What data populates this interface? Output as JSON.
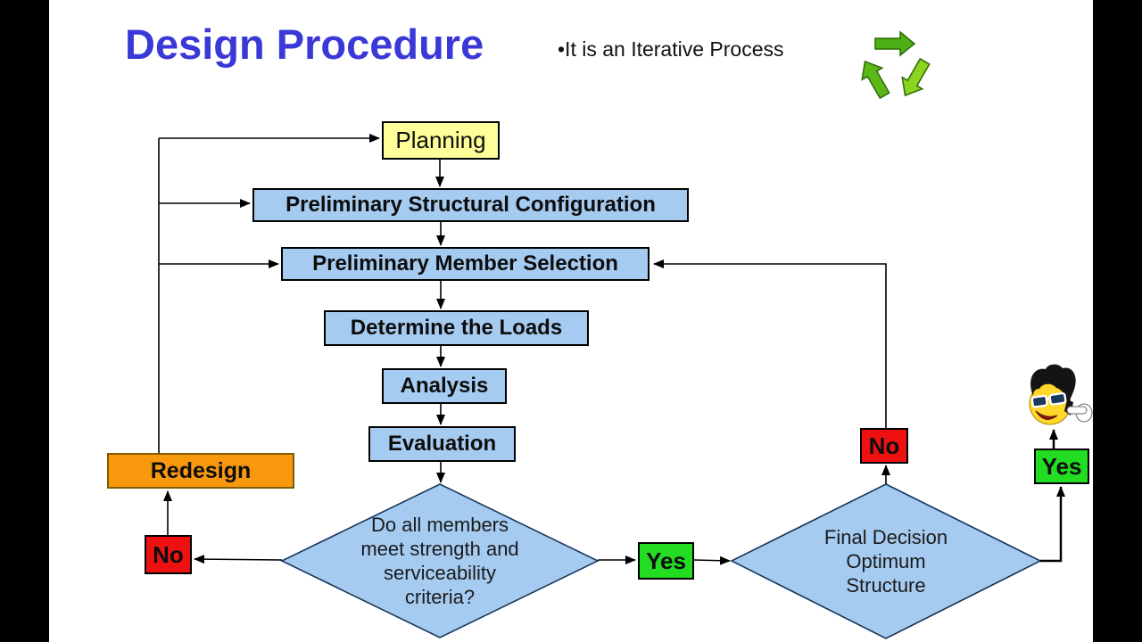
{
  "header": {
    "title": "Design Procedure",
    "title_color": "#3B38D8",
    "bullet_note": "•It is an Iterative Process"
  },
  "icons": {
    "recycle": "recycle-arrows-icon",
    "smiley": "pointing-sunglasses-smiley-icon"
  },
  "colors": {
    "process_fill": "#A6CBF1",
    "start_fill": "#FFFF99",
    "redesign_fill": "#F8990D",
    "redesign_border": "#7F5C00",
    "no_fill": "#EE1111",
    "yes_fill": "#22DD22",
    "decision_fill": "#A6CBF1",
    "decision_border": "#17375E",
    "line_color": "#000000",
    "letterbox": "#000000"
  },
  "nodes": {
    "planning": {
      "label": "Planning"
    },
    "preliminary_structural_configuration": {
      "label": "Preliminary Structural Configuration"
    },
    "preliminary_member_selection": {
      "label": "Preliminary Member Selection"
    },
    "determine_the_loads": {
      "label": "Determine the Loads"
    },
    "analysis": {
      "label": "Analysis"
    },
    "evaluation": {
      "label": "Evaluation"
    },
    "redesign": {
      "label": "Redesign"
    },
    "criteria_decision": {
      "label": "Do all members\nmeet strength and\nserviceability\ncriteria?"
    },
    "final_decision": {
      "label": "Final Decision\nOptimum\nStructure"
    },
    "no_left": {
      "label": "No"
    },
    "yes_middle": {
      "label": "Yes"
    },
    "no_right": {
      "label": "No"
    },
    "yes_right": {
      "label": "Yes"
    }
  }
}
